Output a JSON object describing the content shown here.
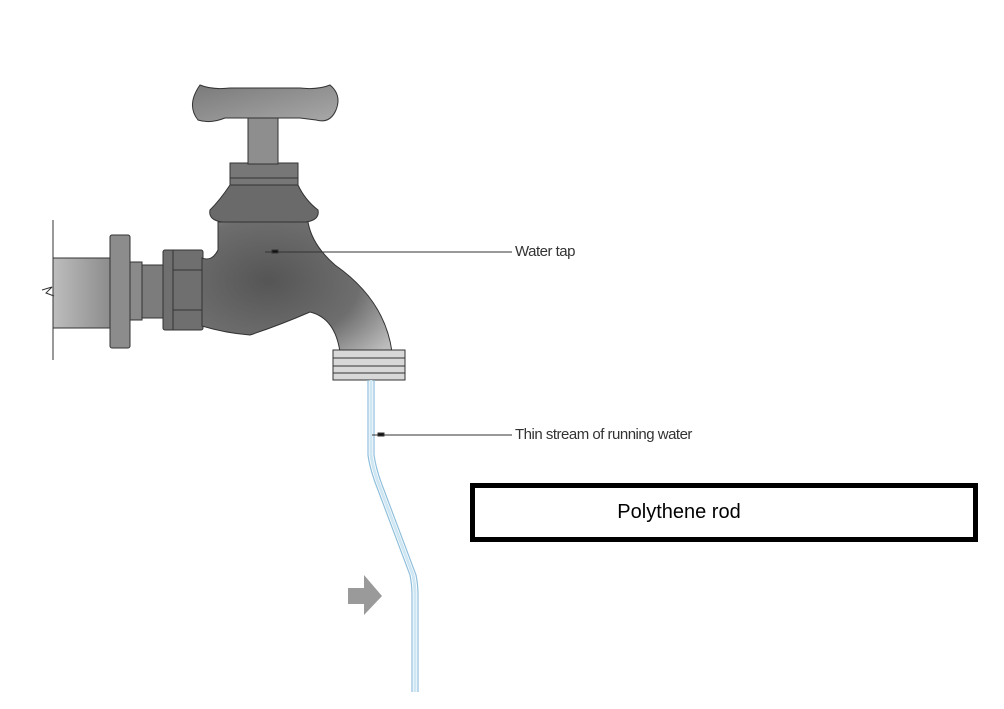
{
  "labels": {
    "water_tap": "Water tap",
    "stream": "Thin stream of running water",
    "rod": "Polythene rod"
  },
  "colors": {
    "tap_dark": "#5e5e5e",
    "tap_light": "#b0b0b0",
    "water": "#9cc8e0",
    "arrow": "#9a9a9a"
  },
  "icons": {
    "arrow": "arrow-right-icon"
  }
}
